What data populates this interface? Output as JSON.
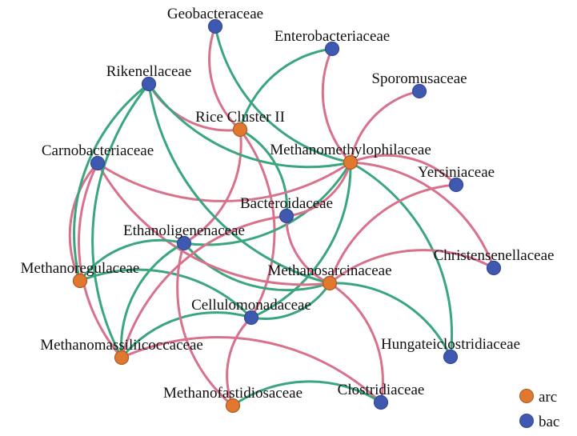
{
  "colors": {
    "arc": "#e0792f",
    "bac": "#3f58b0",
    "edge_pink": "#d8728c",
    "edge_green": "#3aa67e",
    "node_stroke_arc": "#a85a22",
    "node_stroke_bac": "#34499a"
  },
  "legend": [
    {
      "type": "arc",
      "label": "arc"
    },
    {
      "type": "bac",
      "label": "bac"
    }
  ],
  "nodes": [
    {
      "id": "Geobacteraceae",
      "type": "bac"
    },
    {
      "id": "Enterobacteriaceae",
      "type": "bac"
    },
    {
      "id": "Sporomusaceae",
      "type": "bac"
    },
    {
      "id": "Rikenellaceae",
      "type": "bac"
    },
    {
      "id": "Rice Cluster II",
      "type": "arc"
    },
    {
      "id": "Methanomethylophilaceae",
      "type": "arc"
    },
    {
      "id": "Carnobacteriaceae",
      "type": "bac"
    },
    {
      "id": "Yersiniaceae",
      "type": "bac"
    },
    {
      "id": "Bacteroidaceae",
      "type": "bac"
    },
    {
      "id": "Ethanoligenenaceae",
      "type": "bac"
    },
    {
      "id": "Methanoregulaceae",
      "type": "arc"
    },
    {
      "id": "Methanosarcinaceae",
      "type": "arc"
    },
    {
      "id": "Christensenellaceae",
      "type": "bac"
    },
    {
      "id": "Cellulomonadaceae",
      "type": "bac"
    },
    {
      "id": "Methanomassiliicoccaceae",
      "type": "arc"
    },
    {
      "id": "Hungateiclostridiaceae",
      "type": "bac"
    },
    {
      "id": "Methanofastidiosaceae",
      "type": "arc"
    },
    {
      "id": "Clostridiaceae",
      "type": "bac"
    }
  ],
  "edges": [
    {
      "s": "Rice Cluster II",
      "t": "Geobacteraceae",
      "c": "pink"
    },
    {
      "s": "Rice Cluster II",
      "t": "Enterobacteriaceae",
      "c": "green"
    },
    {
      "s": "Rice Cluster II",
      "t": "Rikenellaceae",
      "c": "pink"
    },
    {
      "s": "Rice Cluster II",
      "t": "Ethanoligenenaceae",
      "c": "pink"
    },
    {
      "s": "Rice Cluster II",
      "t": "Cellulomonadaceae",
      "c": "pink"
    },
    {
      "s": "Rice Cluster II",
      "t": "Bacteroidaceae",
      "c": "green"
    },
    {
      "s": "Methanomethylophilaceae",
      "t": "Geobacteraceae",
      "c": "green"
    },
    {
      "s": "Methanomethylophilaceae",
      "t": "Enterobacteriaceae",
      "c": "pink"
    },
    {
      "s": "Methanomethylophilaceae",
      "t": "Sporomusaceae",
      "c": "pink"
    },
    {
      "s": "Methanomethylophilaceae",
      "t": "Rikenellaceae",
      "c": "green"
    },
    {
      "s": "Methanomethylophilaceae",
      "t": "Carnobacteriaceae",
      "c": "pink"
    },
    {
      "s": "Methanomethylophilaceae",
      "t": "Yersiniaceae",
      "c": "pink"
    },
    {
      "s": "Methanomethylophilaceae",
      "t": "Christensenellaceae",
      "c": "pink"
    },
    {
      "s": "Methanomethylophilaceae",
      "t": "Ethanoligenenaceae",
      "c": "green"
    },
    {
      "s": "Methanomethylophilaceae",
      "t": "Hungateiclostridiaceae",
      "c": "green"
    },
    {
      "s": "Methanomethylophilaceae",
      "t": "Bacteroidaceae",
      "c": "pink"
    },
    {
      "s": "Methanomethylophilaceae",
      "t": "Cellulomonadaceae",
      "c": "green"
    },
    {
      "s": "Methanosarcinaceae",
      "t": "Yersiniaceae",
      "c": "pink"
    },
    {
      "s": "Methanosarcinaceae",
      "t": "Christensenellaceae",
      "c": "pink"
    },
    {
      "s": "Methanosarcinaceae",
      "t": "Hungateiclostridiaceae",
      "c": "green"
    },
    {
      "s": "Methanosarcinaceae",
      "t": "Clostridiaceae",
      "c": "pink"
    },
    {
      "s": "Methanosarcinaceae",
      "t": "Bacteroidaceae",
      "c": "pink"
    },
    {
      "s": "Methanosarcinaceae",
      "t": "Ethanoligenenaceae",
      "c": "green"
    },
    {
      "s": "Methanosarcinaceae",
      "t": "Cellulomonadaceae",
      "c": "green"
    },
    {
      "s": "Methanosarcinaceae",
      "t": "Carnobacteriaceae",
      "c": "pink"
    },
    {
      "s": "Methanosarcinaceae",
      "t": "Rikenellaceae",
      "c": "green"
    },
    {
      "s": "Methanoregulaceae",
      "t": "Carnobacteriaceae",
      "c": "pink"
    },
    {
      "s": "Methanoregulaceae",
      "t": "Rikenellaceae",
      "c": "green"
    },
    {
      "s": "Methanoregulaceae",
      "t": "Ethanoligenenaceae",
      "c": "green"
    },
    {
      "s": "Methanoregulaceae",
      "t": "Cellulomonadaceae",
      "c": "green"
    },
    {
      "s": "Methanomassiliicoccaceae",
      "t": "Carnobacteriaceae",
      "c": "pink"
    },
    {
      "s": "Methanomassiliicoccaceae",
      "t": "Ethanoligenenaceae",
      "c": "green"
    },
    {
      "s": "Methanomassiliicoccaceae",
      "t": "Cellulomonadaceae",
      "c": "green"
    },
    {
      "s": "Methanomassiliicoccaceae",
      "t": "Bacteroidaceae",
      "c": "pink"
    },
    {
      "s": "Methanomassiliicoccaceae",
      "t": "Clostridiaceae",
      "c": "pink"
    },
    {
      "s": "Methanomassiliicoccaceae",
      "t": "Rikenellaceae",
      "c": "green"
    },
    {
      "s": "Methanofastidiosaceae",
      "t": "Ethanoligenenaceae",
      "c": "pink"
    },
    {
      "s": "Methanofastidiosaceae",
      "t": "Cellulomonadaceae",
      "c": "pink"
    },
    {
      "s": "Methanofastidiosaceae",
      "t": "Clostridiaceae",
      "c": "green"
    }
  ]
}
